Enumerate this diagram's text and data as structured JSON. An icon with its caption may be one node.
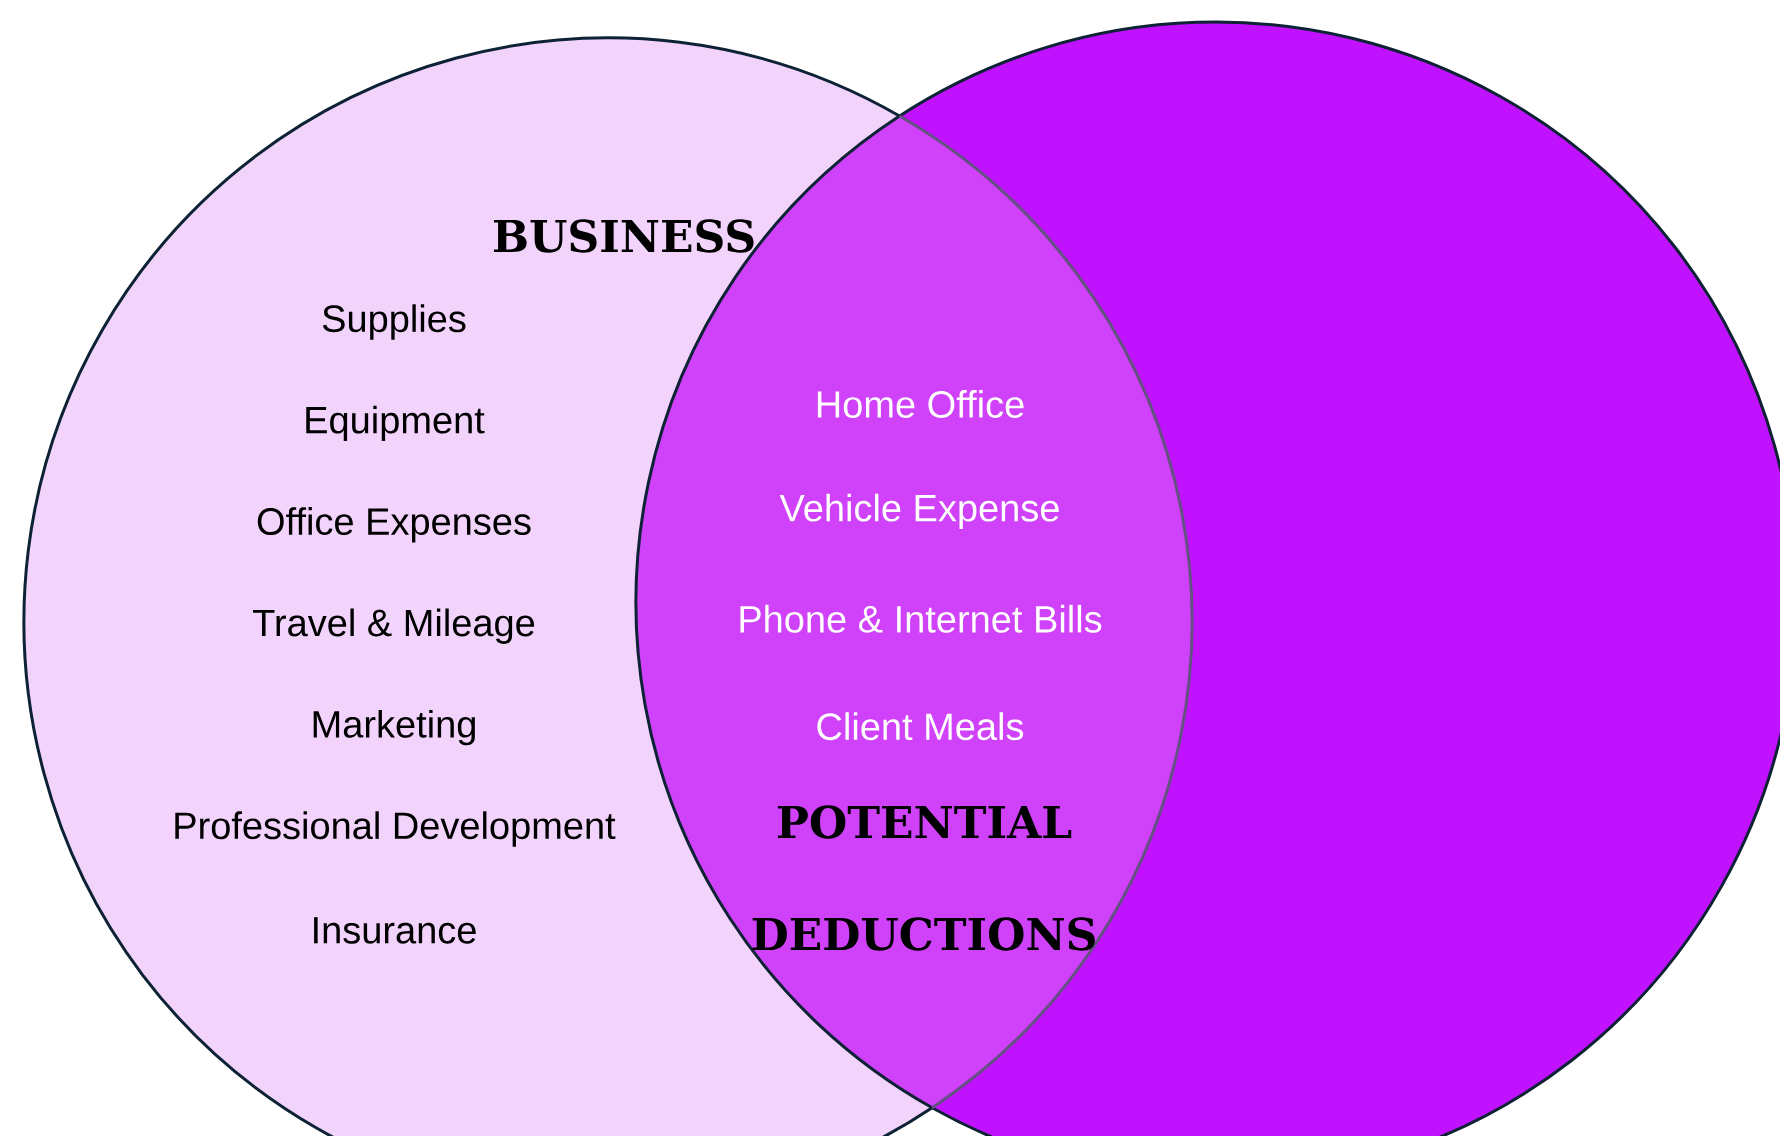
{
  "diagram": {
    "nodes": [
      {
        "text": [
          "BUSINESS",
          "Supplies",
          "Equipment",
          "Office Expenses",
          "Travel & Mileage",
          "Marketing",
          "Professional Development",
          "Insurance"
        ]
      },
      {
        "text": [],
        "shape": "circle"
      },
      {
        "text": [
          "Home Office",
          "Vehicle Expense",
          "Phone & Internet Bills",
          "Client Meals",
          "POTENTIAL DEDUCTIONS"
        ]
      }
    ]
  }
}
